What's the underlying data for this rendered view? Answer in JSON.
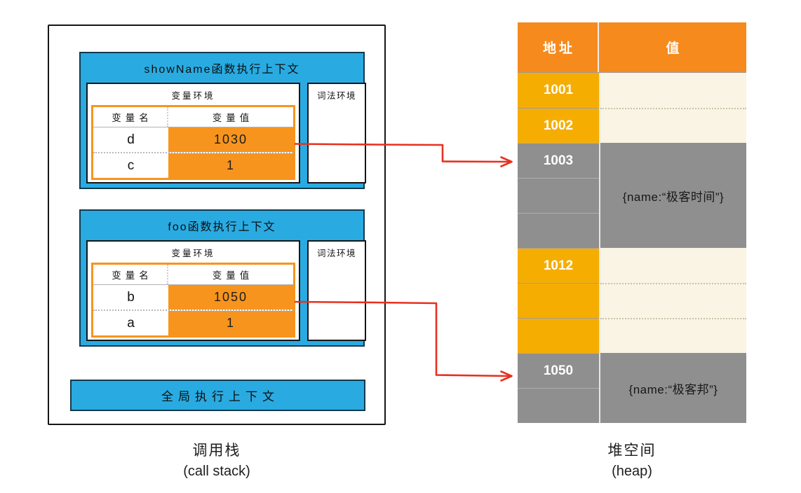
{
  "colors": {
    "context_blue": "#29ABE2",
    "variable_value_orange": "#F7941E",
    "heap_header_orange": "#F68A1D",
    "heap_address_gold": "#F6AD02",
    "heap_value_cream": "#F9F4E3",
    "heap_object_gray": "#8F8F8F",
    "arrow_red": "#E8301F"
  },
  "call_stack": {
    "caption_zh": "调用栈",
    "caption_en": "(call stack)",
    "contexts": [
      {
        "title": "showName函数执行上下文",
        "variable_env_label": "变量环境",
        "lexical_env_label": "词法环境",
        "table": {
          "name_header": "变量名",
          "value_header": "变量值",
          "rows": [
            {
              "name": "d",
              "value": "1030"
            },
            {
              "name": "c",
              "value": "1"
            }
          ]
        }
      },
      {
        "title": "foo函数执行上下文",
        "variable_env_label": "变量环境",
        "lexical_env_label": "词法环境",
        "table": {
          "name_header": "变量名",
          "value_header": "变量值",
          "rows": [
            {
              "name": "b",
              "value": "1050"
            },
            {
              "name": "a",
              "value": "1"
            }
          ]
        }
      }
    ],
    "global_context_title": "全局执行上下文"
  },
  "heap": {
    "caption_zh": "堆空间",
    "caption_en": "(heap)",
    "address_header": "地址",
    "value_header": "值",
    "addresses": [
      "1001",
      "1002",
      "1003",
      "",
      "",
      "1012",
      "",
      "",
      "1050",
      ""
    ],
    "objects": [
      {
        "address": "1003",
        "value": "{name:“极客时间”}"
      },
      {
        "address": "1050",
        "value": "{name:“极客邦”}"
      }
    ]
  },
  "arrows": [
    {
      "from": "variable d = 1030",
      "to": "heap address 1003"
    },
    {
      "from": "variable b = 1050",
      "to": "heap address 1050"
    }
  ]
}
